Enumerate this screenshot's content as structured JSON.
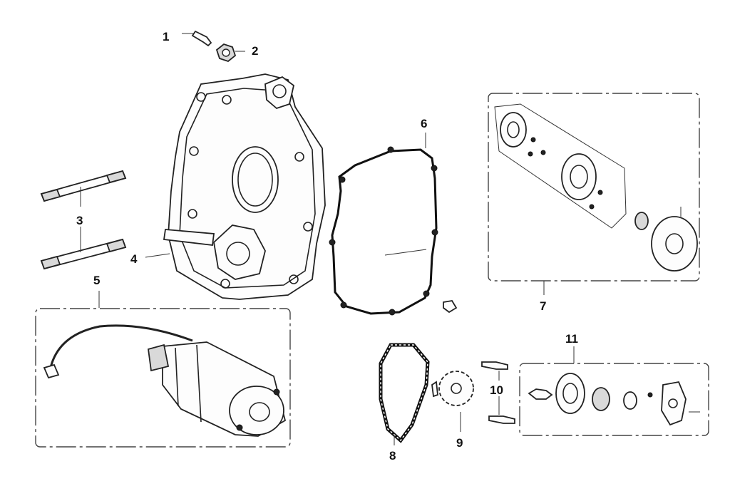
{
  "callouts": [
    {
      "id": "c1",
      "text": "1"
    },
    {
      "id": "c2",
      "text": "2"
    },
    {
      "id": "c3",
      "text": "3"
    },
    {
      "id": "c4",
      "text": "4"
    },
    {
      "id": "c5",
      "text": "5"
    },
    {
      "id": "c6",
      "text": "6"
    },
    {
      "id": "c7",
      "text": "7"
    },
    {
      "id": "c8",
      "text": "8"
    },
    {
      "id": "c9",
      "text": "9"
    },
    {
      "id": "c10",
      "text": "10"
    },
    {
      "id": "c11",
      "text": "11"
    }
  ],
  "parts": [
    {
      "ref": "1",
      "icon": "bolt-icon"
    },
    {
      "ref": "2",
      "icon": "nut-icon"
    },
    {
      "ref": "3",
      "icon": "stud-icon"
    },
    {
      "ref": "4",
      "icon": "crankcase-cover-icon"
    },
    {
      "ref": "5",
      "icon": "starter-motor-icon"
    },
    {
      "ref": "6",
      "icon": "gasket-icon"
    },
    {
      "ref": "7",
      "icon": "oil-pump-assembly-icon"
    },
    {
      "ref": "8",
      "icon": "chain-icon"
    },
    {
      "ref": "9",
      "icon": "sprocket-icon"
    },
    {
      "ref": "10",
      "icon": "screw-icon"
    },
    {
      "ref": "11",
      "icon": "pump-kit-icon"
    }
  ],
  "colors": {
    "line": "#222222",
    "background": "#ffffff"
  }
}
